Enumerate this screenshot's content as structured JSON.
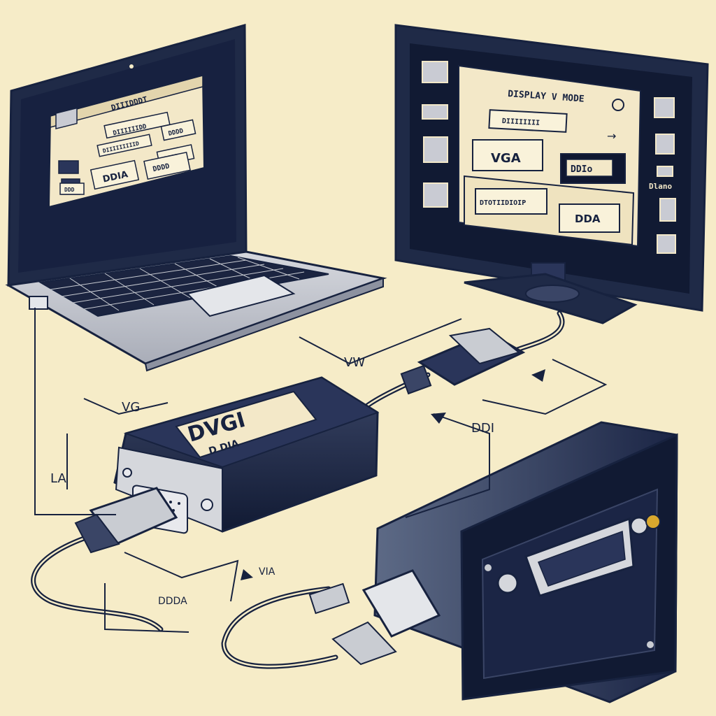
{
  "laptop": {
    "window_title": "DIIIDDDT",
    "field_text": "DIIIIIIDD",
    "button_a": "DDDD",
    "button_b": "DDDD",
    "field_2": "DIIIIIIIIID",
    "option_1": "DDIA",
    "option_2": "DDDD",
    "side_tab": "DDD"
  },
  "monitor": {
    "title": "DISPLAY V MODE",
    "field_text": "DIIIIIIII",
    "option_vga": "VGA",
    "option_selected": "DDIo",
    "option_bottom_left": "DTOTIIDIOIP",
    "option_bottom_right": "DDA",
    "side_label": "Dlano"
  },
  "adapter": {
    "label_main": "DVGI",
    "label_sub": "D  DIA"
  },
  "annotations": {
    "vw": "VW",
    "vg": "VG",
    "la": "LA",
    "ddi": "DDI",
    "via": "VIA",
    "ddda": "DDDA"
  },
  "colors": {
    "background": "#f6ecc8",
    "ink": "#17223f",
    "screen_panel": "#f3e8c8",
    "laptop_body": "#c9ccd2"
  }
}
